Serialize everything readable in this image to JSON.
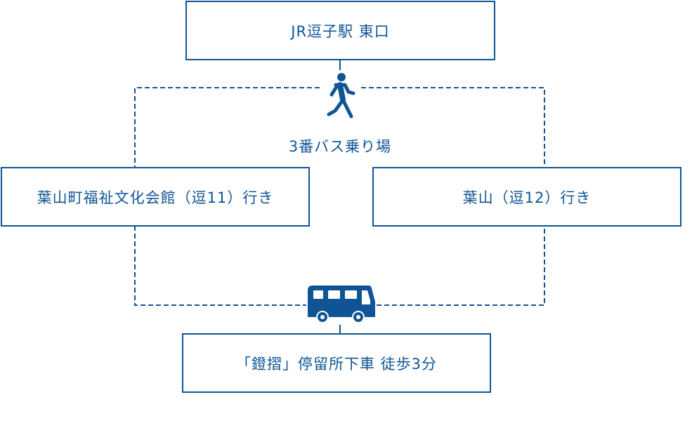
{
  "start": "JR逗子駅 東口",
  "walk_icon": "walking-person-icon",
  "bus_stop": "3番バス乗り場",
  "routes": [
    {
      "label": "葉山町福祉文化会館（逗11）行き"
    },
    {
      "label": "葉山（逗12）行き"
    }
  ],
  "bus_icon": "bus-icon",
  "destination": "「鐙摺」停留所下車 徒歩3分",
  "colors": {
    "accent": "#0f5595"
  }
}
